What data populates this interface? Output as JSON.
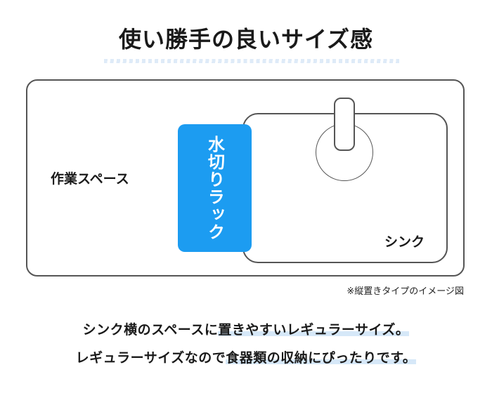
{
  "title": "使い勝手の良いサイズ感",
  "diagram": {
    "work_space_label": "作業スペース",
    "rack_label": "水切りラック",
    "sink_label": "シンク"
  },
  "note": "※縦置きタイプのイメージ図",
  "description": {
    "line1_pre": "シンク横のスペースに",
    "line1_mark": "置きやすいレギュラーサイズ。",
    "line2_pre": "レギュラーサイズなので",
    "line2_mark": "食器類の収納にぴったりです。"
  },
  "colors": {
    "rack": "#1c9cf1",
    "highlight": "#d6e8f8",
    "outline": "#555555"
  }
}
